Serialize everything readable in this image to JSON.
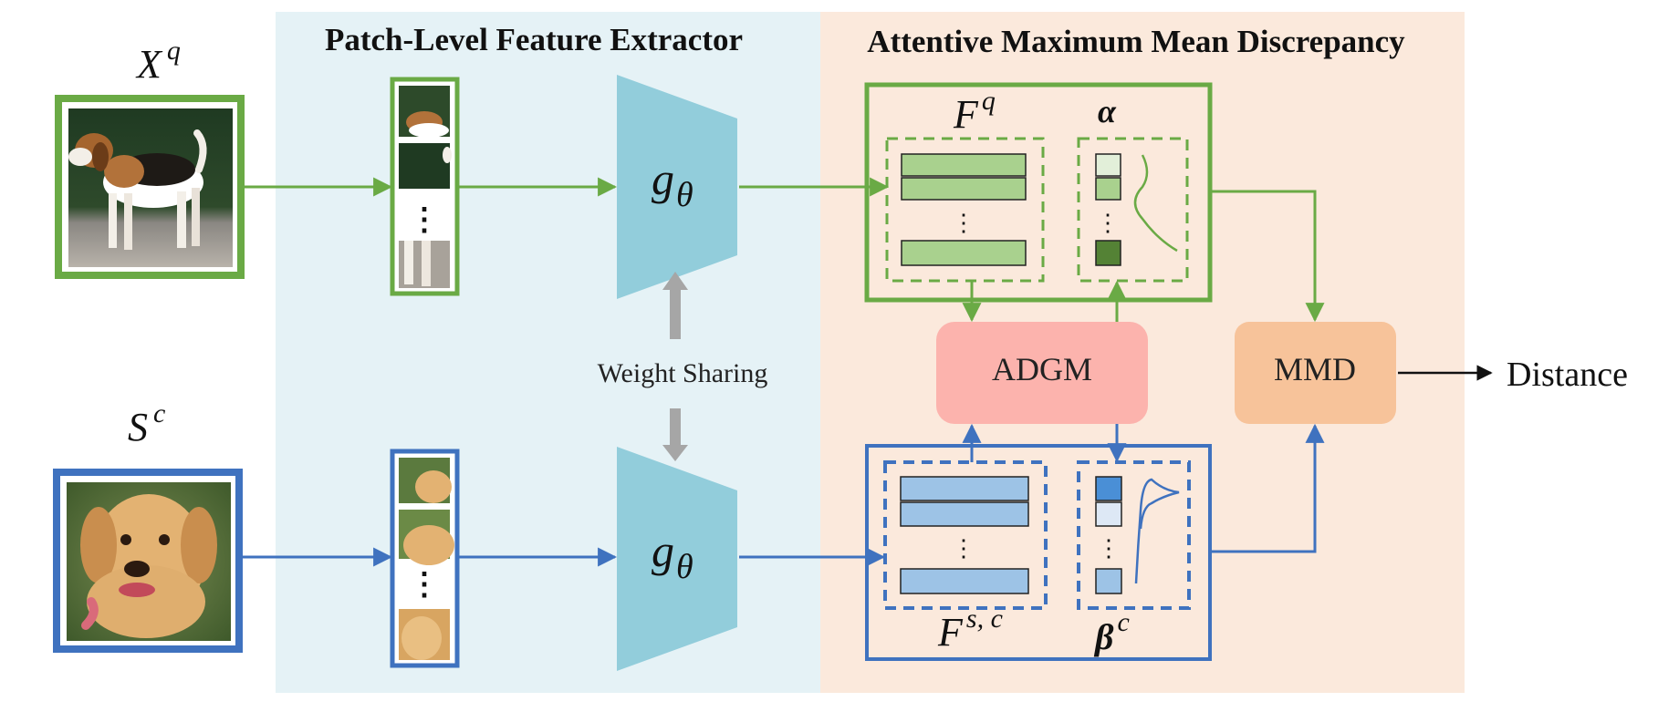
{
  "sections": {
    "extractor_title": "Patch-Level Feature Extractor",
    "ammd_title": "Attentive Maximum Mean Discrepancy"
  },
  "inputs": {
    "query_symbol": "X",
    "query_sup": "q",
    "support_symbol": "S",
    "support_sup": "c",
    "query_image": "beagle-dog-photo",
    "support_image": "golden-retriever-photo"
  },
  "extractor": {
    "encoder_symbol": "g",
    "encoder_sub": "θ",
    "weight_sharing_label": "Weight Sharing",
    "patch_ellipsis": "⋮"
  },
  "features": {
    "query_feat_symbol": "F",
    "query_feat_sup": "q",
    "query_weight_symbol": "α",
    "support_feat_symbol": "F",
    "support_feat_sup": "s, c",
    "support_weight_symbol": "β",
    "support_weight_sup": "c",
    "ellipsis": "⋮"
  },
  "modules": {
    "adgm_label": "ADGM",
    "mmd_label": "MMD"
  },
  "output": {
    "label": "Distance"
  },
  "colors": {
    "extractor_bg": "#e5f2f6",
    "ammd_bg": "#fbe9dc",
    "query_green": "#6aaa45",
    "support_blue": "#3f72bf",
    "encoder_fill": "#92cddb",
    "adgm_fill": "#fcb3ad",
    "mmd_fill": "#f7c39a",
    "arrow_gray": "#a6a6a6"
  }
}
